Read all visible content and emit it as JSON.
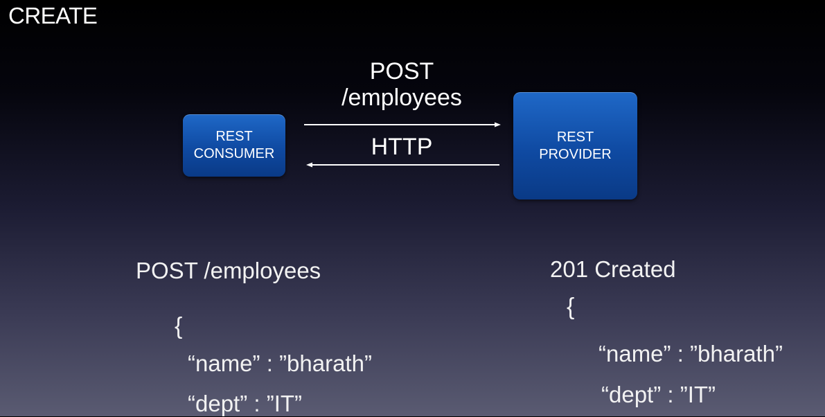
{
  "slide": {
    "title": "CREATE"
  },
  "diagram": {
    "consumer_lines": [
      "REST",
      "CONSUMER"
    ],
    "provider_lines": [
      "REST",
      "PROVIDER"
    ],
    "request_method": "POST",
    "request_path": "/employees",
    "protocol": "HTTP"
  },
  "request": {
    "heading": "POST /employees",
    "open_brace": "{",
    "line1": "“name” : ”bharath”",
    "line2": "“dept” : ”IT”"
  },
  "response": {
    "heading": "201 Created",
    "open_brace": "{",
    "line1": "“name” : ”bharath”",
    "line2": "“dept” : ”IT”"
  }
}
